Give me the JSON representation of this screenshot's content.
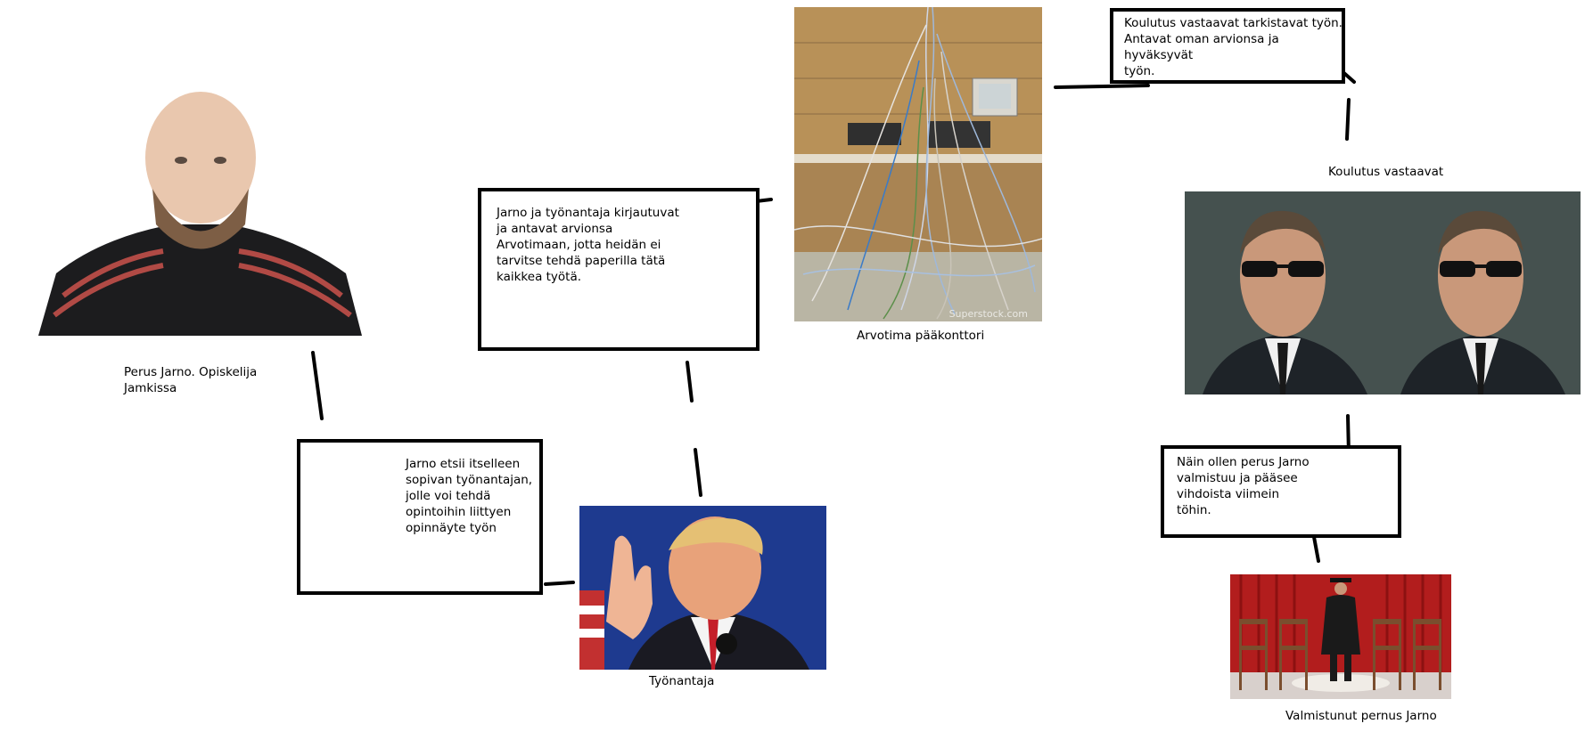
{
  "nodes": {
    "jarno": {
      "label": "Perus Jarno. Opiskelija\nJamkissa"
    },
    "employer": {
      "label": "Työnantaja"
    },
    "office": {
      "label": "Arvotima pääkonttori"
    },
    "training": {
      "label": "Koulutus vastaavat"
    },
    "graduate": {
      "label": "Valmistunut pernus Jarno"
    }
  },
  "boxes": {
    "search": {
      "text": "Jarno etsii itselleen\nsopivan työnantajan,\njolle voi tehdä\nopintoihin liittyen\nopinnäyte työn"
    },
    "login": {
      "text": "Jarno ja työnantaja kirjautuvat\nja antavat arvionsa\nArvotimaan, jotta heidän ei\ntarvitse tehdä paperilla tätä\nkaikkea työtä."
    },
    "review": {
      "text": "Koulutus vastaavat tarkistavat työn.\nAntavat oman arvionsa ja hyväksyvät\ntyön."
    },
    "graduation": {
      "text": "Näin ollen perus Jarno\nvalmistuu ja pääsee\nvihdoista viimein\ntöhin."
    }
  },
  "watermark": "Superstock.com"
}
